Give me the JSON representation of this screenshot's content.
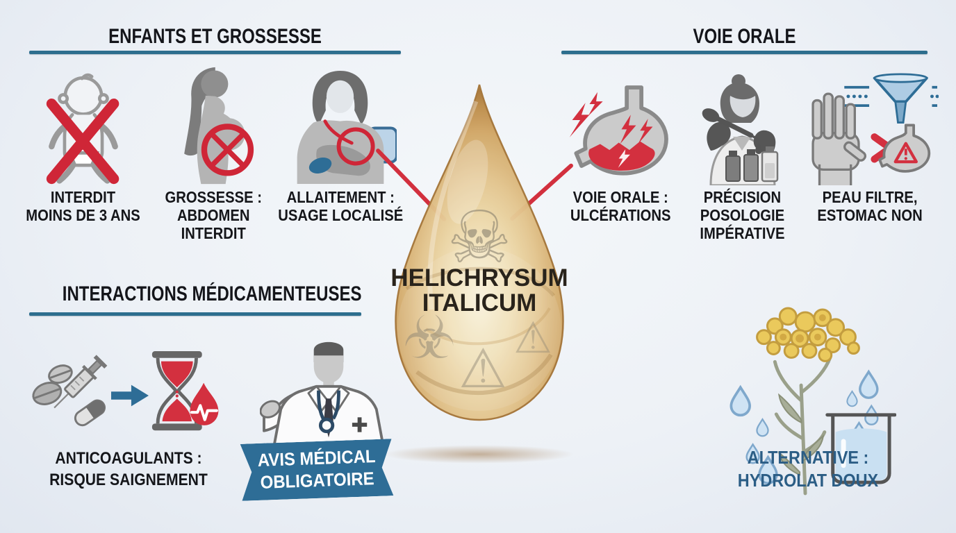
{
  "title_text": "HELICHRYSUM ITALICUM",
  "colors": {
    "background": "#edf1f6",
    "accent_teal": "#2d6e8e",
    "warning_red": "#d2303e",
    "banner_blue": "#2e6d96",
    "alternative_blue": "#2b5d85",
    "droplet_amber": "#d9b37a",
    "icon_gray": "#9a9a9a",
    "flower_yellow": "#eac95c",
    "water_blue": "#cfe3f4"
  },
  "center_drop": {
    "line1": "HELICHRYSUM",
    "line2": "ITALICUM",
    "skull_glyph": "☠",
    "biohazard_glyph": "☣",
    "warning_glyph": "⚠"
  },
  "sections": {
    "enfants": {
      "title": "ENFANTS ET GROSSESSE",
      "items": [
        {
          "icon": "baby-prohibited-icon",
          "lines": [
            "INTERDIT",
            "MOINS DE 3 ANS"
          ]
        },
        {
          "icon": "pregnancy-prohibited-icon",
          "lines": [
            "GROSSESSE :",
            "ABDOMEN",
            "INTERDIT"
          ]
        },
        {
          "icon": "breastfeeding-icon",
          "lines": [
            "ALLAITEMENT :",
            "USAGE LOCALISÉ"
          ]
        }
      ]
    },
    "voie_orale": {
      "title": "VOIE ORALE",
      "items": [
        {
          "icon": "stomach-ulcer-icon",
          "lines": [
            "VOIE ORALE :",
            "ULCÉRATIONS"
          ]
        },
        {
          "icon": "dosage-precision-icon",
          "lines": [
            "PRÉCISION",
            "POSOLOGIE",
            "IMPÉRATIVE"
          ]
        },
        {
          "icon": "skin-filter-icon",
          "lines": [
            "PEAU FILTRE,",
            "ESTOMAC NON"
          ]
        }
      ]
    },
    "interactions": {
      "title": "INTERACTIONS MÉDICAMENTEUSES",
      "anticoagulants_lines": [
        "ANTICOAGULANTS :",
        "RISQUE SAIGNEMENT"
      ],
      "banner_lines": [
        "AVIS MÉDICAL",
        "OBLIGATOIRE"
      ]
    },
    "alternative": {
      "lines": [
        "ALTERNATIVE :",
        "HYDROLAT DOUX"
      ]
    }
  }
}
